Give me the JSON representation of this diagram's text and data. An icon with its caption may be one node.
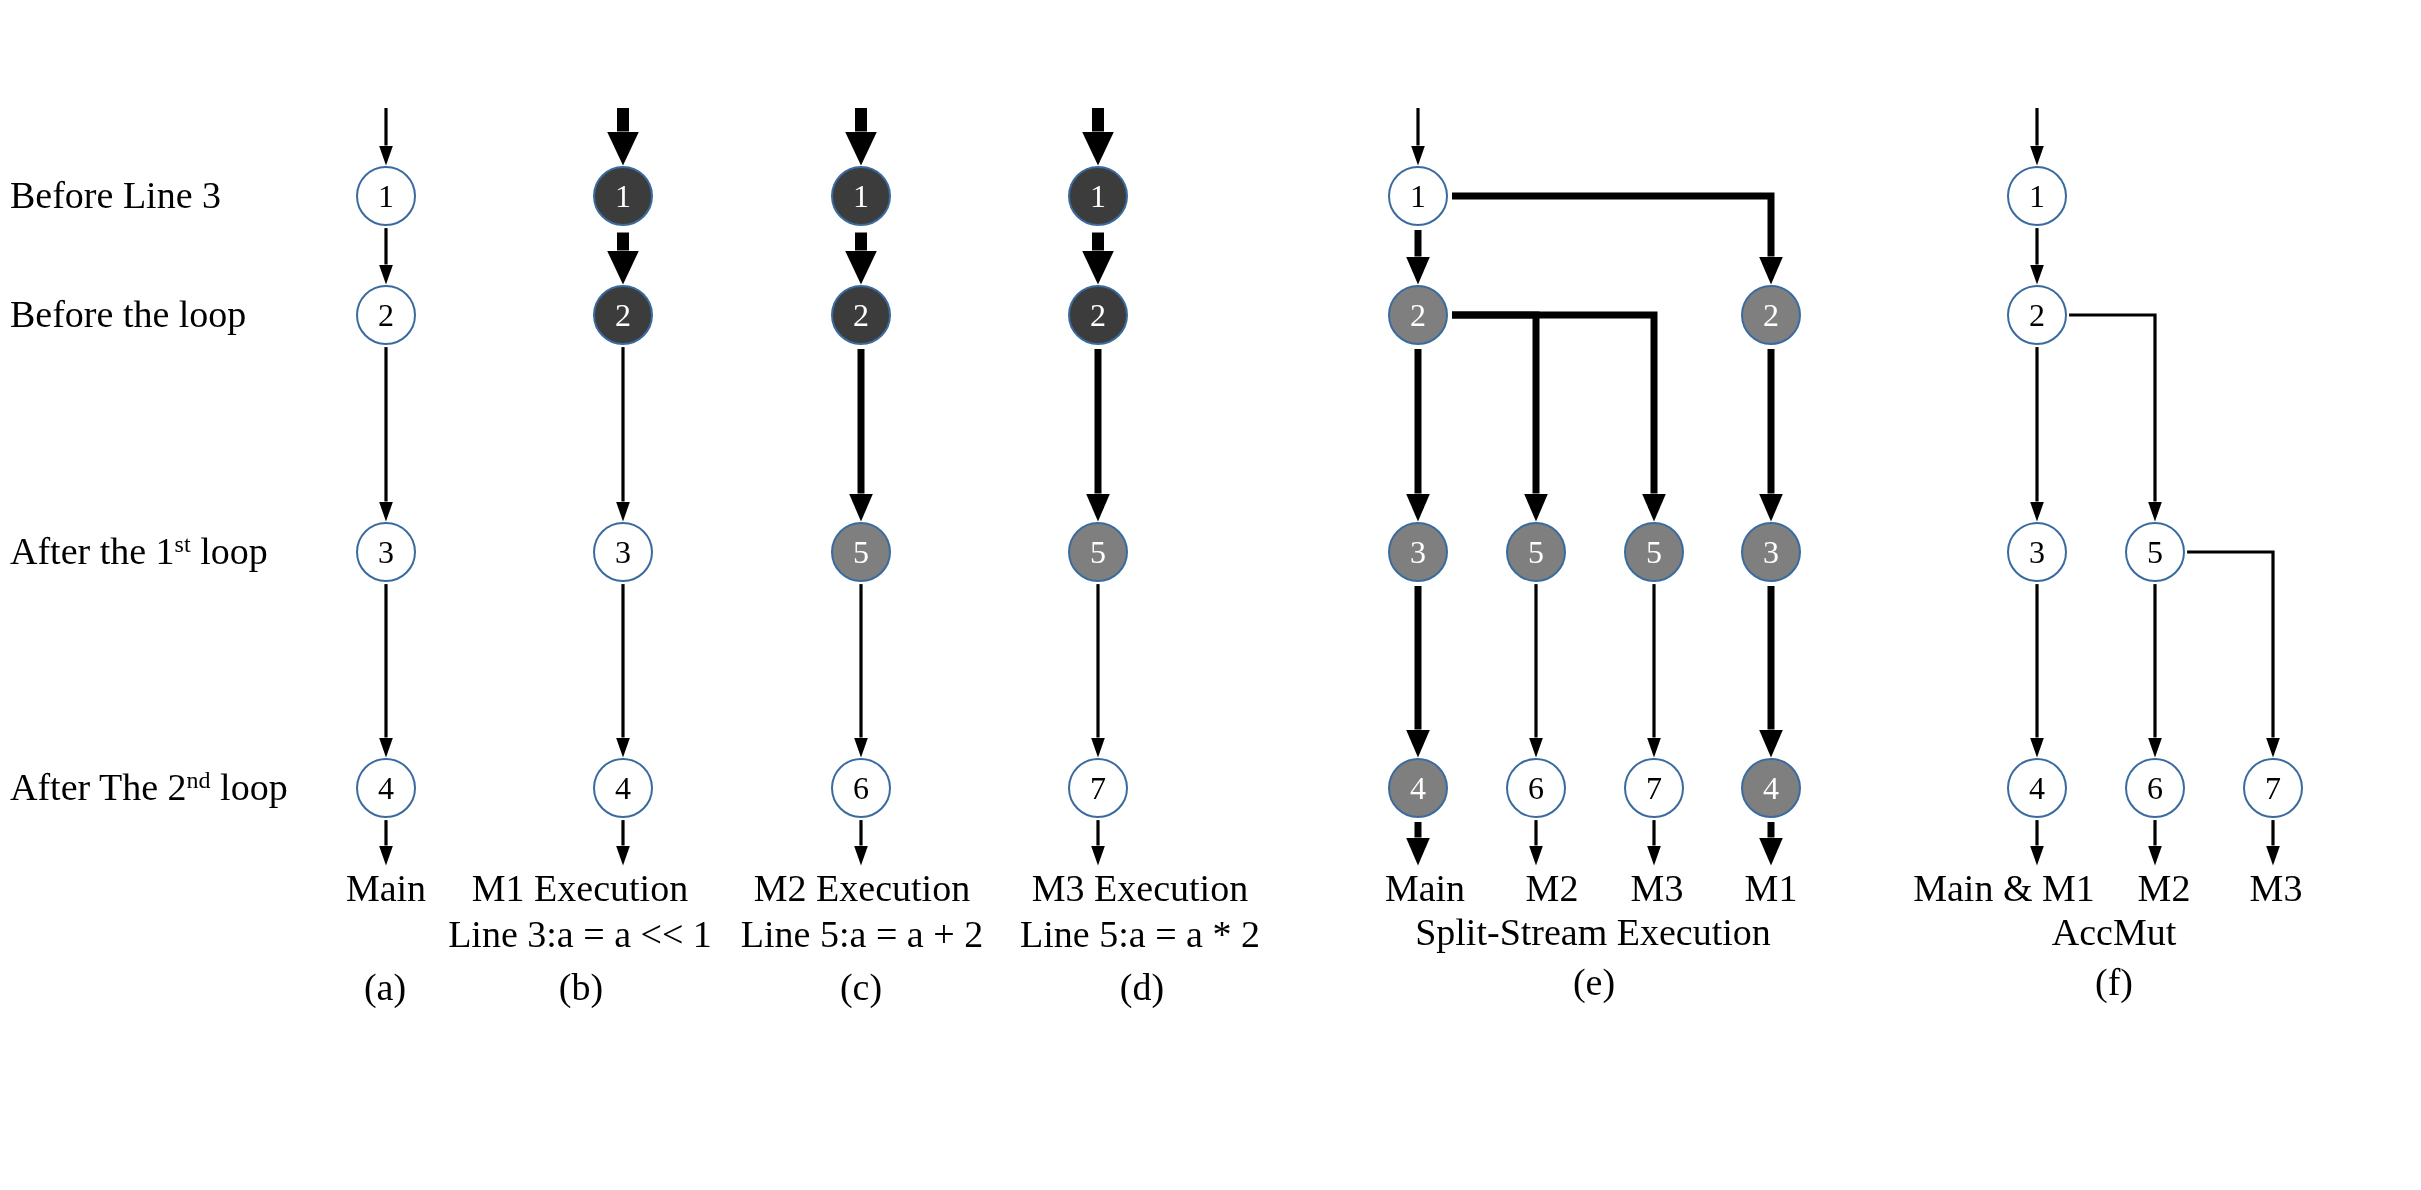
{
  "diagram": {
    "nodes": [
      {
        "text": [
          "1"
        ]
      },
      {
        "text": [
          "2"
        ]
      },
      {
        "text": [
          "3"
        ]
      },
      {
        "text": [
          "4"
        ]
      },
      {
        "text": [
          "Main"
        ]
      },
      {
        "text": [
          "1"
        ]
      },
      {
        "text": [
          "2"
        ]
      },
      {
        "text": [
          "3"
        ]
      },
      {
        "text": [
          "4"
        ]
      },
      {
        "text": [
          "M1 Execution",
          "Line 3:a = a << 1"
        ]
      },
      {
        "text": [
          "1"
        ]
      },
      {
        "text": [
          "2"
        ]
      },
      {
        "text": [
          "5"
        ]
      },
      {
        "text": [
          "6"
        ]
      },
      {
        "text": [
          "M2 Execution",
          "Line 5:a = a + 2"
        ]
      },
      {
        "text": [
          "1"
        ]
      },
      {
        "text": [
          "2"
        ]
      },
      {
        "text": [
          "5"
        ]
      },
      {
        "text": [
          "7"
        ]
      },
      {
        "text": [
          "M3 Execution",
          "Line 5:a = a * 2"
        ]
      },
      {
        "text": [
          "1"
        ]
      },
      {
        "text": [
          "2"
        ]
      },
      {
        "text": [
          "2"
        ]
      },
      {
        "text": [
          "3"
        ]
      },
      {
        "text": [
          "5"
        ]
      },
      {
        "text": [
          "5"
        ]
      },
      {
        "text": [
          "3"
        ]
      },
      {
        "text": [
          "4"
        ]
      },
      {
        "text": [
          "6"
        ]
      },
      {
        "text": [
          "7"
        ]
      },
      {
        "text": [
          "4"
        ]
      },
      {
        "text": [
          "Main"
        ]
      },
      {
        "text": [
          "M2"
        ]
      },
      {
        "text": [
          "M3"
        ]
      },
      {
        "text": [
          "M1"
        ]
      },
      {
        "text": [
          "1"
        ]
      },
      {
        "text": [
          "2"
        ]
      },
      {
        "text": [
          "3"
        ]
      },
      {
        "text": [
          "5"
        ]
      },
      {
        "text": [
          "4"
        ]
      },
      {
        "text": [
          "6"
        ]
      },
      {
        "text": [
          "7"
        ]
      },
      {
        "text": [
          "Main & M1"
        ]
      },
      {
        "text": [
          "M2"
        ]
      },
      {
        "text": [
          "M3"
        ]
      }
    ],
    "edges": [
      {
        "from": null,
        "to": 0,
        "arrow": "to"
      },
      {
        "from": 0,
        "to": 1,
        "arrow": "to"
      },
      {
        "from": 1,
        "to": 2,
        "arrow": "to"
      },
      {
        "from": 2,
        "to": 3,
        "arrow": "to"
      },
      {
        "from": 3,
        "to": 4,
        "arrow": "to"
      },
      {
        "from": null,
        "to": 5,
        "arrow": "to",
        "style": "thick"
      },
      {
        "from": 5,
        "to": 6,
        "arrow": "to",
        "style": "thick"
      },
      {
        "from": 6,
        "to": 7,
        "arrow": "to"
      },
      {
        "from": 7,
        "to": 8,
        "arrow": "to"
      },
      {
        "from": 8,
        "to": 9,
        "arrow": "to"
      },
      {
        "from": null,
        "to": 10,
        "arrow": "to",
        "style": "thick"
      },
      {
        "from": 10,
        "to": 11,
        "arrow": "to",
        "style": "thick"
      },
      {
        "from": 11,
        "to": 12,
        "arrow": "to",
        "style": "thick"
      },
      {
        "from": 12,
        "to": 13,
        "arrow": "to"
      },
      {
        "from": 13,
        "to": 14,
        "arrow": "to"
      },
      {
        "from": null,
        "to": 15,
        "arrow": "to",
        "style": "thick"
      },
      {
        "from": 15,
        "to": 16,
        "arrow": "to",
        "style": "thick"
      },
      {
        "from": 16,
        "to": 17,
        "arrow": "to",
        "style": "thick"
      },
      {
        "from": 17,
        "to": 18,
        "arrow": "to"
      },
      {
        "from": 18,
        "to": 19,
        "arrow": "to"
      },
      {
        "from": null,
        "to": 20,
        "arrow": "to"
      },
      {
        "from": 20,
        "to": 21,
        "arrow": "to",
        "style": "thick"
      },
      {
        "from": 20,
        "to": 22,
        "arrow": "to",
        "style": "thick"
      },
      {
        "from": 21,
        "to": 23,
        "arrow": "to",
        "style": "thick"
      },
      {
        "from": 21,
        "to": 24,
        "arrow": "to",
        "style": "thick"
      },
      {
        "from": 21,
        "to": 25,
        "arrow": "to",
        "style": "thick"
      },
      {
        "from": 22,
        "to": 26,
        "arrow": "to",
        "style": "thick"
      },
      {
        "from": 23,
        "to": 27,
        "arrow": "to",
        "style": "thick"
      },
      {
        "from": 24,
        "to": 28,
        "arrow": "to"
      },
      {
        "from": 25,
        "to": 29,
        "arrow": "to"
      },
      {
        "from": 26,
        "to": 30,
        "arrow": "to",
        "style": "thick"
      },
      {
        "from": 27,
        "to": 31,
        "arrow": "to",
        "style": "thick"
      },
      {
        "from": 28,
        "to": 32,
        "arrow": "to"
      },
      {
        "from": 29,
        "to": 33,
        "arrow": "to"
      },
      {
        "from": 30,
        "to": 34,
        "arrow": "to",
        "style": "thick"
      },
      {
        "from": null,
        "to": 35,
        "arrow": "to"
      },
      {
        "from": 35,
        "to": 36,
        "arrow": "to"
      },
      {
        "from": 36,
        "to": 37,
        "arrow": "to"
      },
      {
        "from": 36,
        "to": 38,
        "arrow": "to"
      },
      {
        "from": 37,
        "to": 39,
        "arrow": "to"
      },
      {
        "from": 38,
        "to": 40,
        "arrow": "to"
      },
      {
        "from": 38,
        "to": 41,
        "arrow": "to"
      },
      {
        "from": 39,
        "to": 42,
        "arrow": "to"
      },
      {
        "from": 40,
        "to": 43,
        "arrow": "to"
      },
      {
        "from": 41,
        "to": 44,
        "arrow": "to"
      }
    ],
    "labels": [
      "Before Line 3",
      "Before the loop",
      "After the 1$^{st}$ loop",
      "After The 2$^{nd}$ loop",
      "Split-Stream Execution",
      "AccMut",
      "(a)",
      "(b)",
      "(c)",
      "(d)",
      "(e)",
      "(f)"
    ]
  }
}
